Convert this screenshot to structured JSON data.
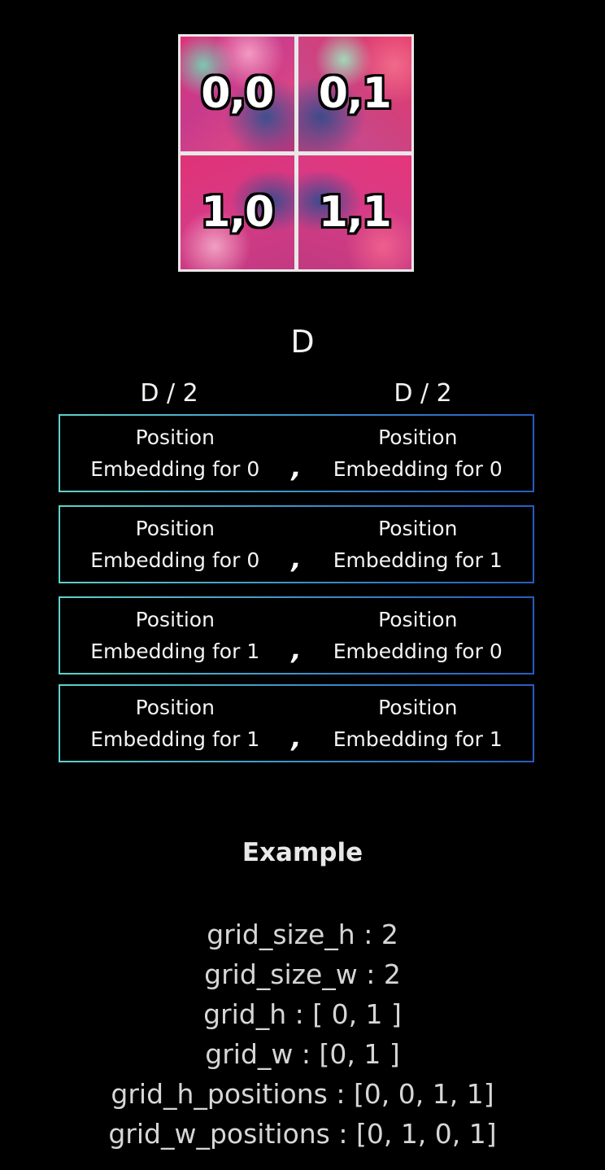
{
  "image": {
    "patches": [
      {
        "label": "0,0"
      },
      {
        "label": "0,1"
      },
      {
        "label": "1,0"
      },
      {
        "label": "1,1"
      }
    ]
  },
  "dimensions": {
    "total": "D",
    "left_half": "D / 2",
    "right_half": "D / 2"
  },
  "rows": [
    {
      "left_line1": "Position",
      "left_line2": "Embedding for 0",
      "separator": ",",
      "right_line1": "Position",
      "right_line2": "Embedding for 0"
    },
    {
      "left_line1": "Position",
      "left_line2": "Embedding for 0",
      "separator": ",",
      "right_line1": "Position",
      "right_line2": "Embedding for 1"
    },
    {
      "left_line1": "Position",
      "left_line2": "Embedding for 1",
      "separator": ",",
      "right_line1": "Position",
      "right_line2": "Embedding for 0"
    },
    {
      "left_line1": "Position",
      "left_line2": "Embedding for 1",
      "separator": ",",
      "right_line1": "Position",
      "right_line2": "Embedding for 1"
    }
  ],
  "example": {
    "title": "Example",
    "lines": [
      "grid_size_h : 2",
      "grid_size_w : 2",
      "grid_h : [ 0, 1 ]",
      "grid_w : [0, 1 ]",
      "grid_h_positions : [0, 0, 1, 1]",
      "grid_w_positions : [0, 1, 0, 1]"
    ]
  },
  "colors": {
    "background": "#000000",
    "border_start": "#5fd2c8",
    "border_end": "#2a5cc0",
    "patch_primary": "#e0307a"
  }
}
